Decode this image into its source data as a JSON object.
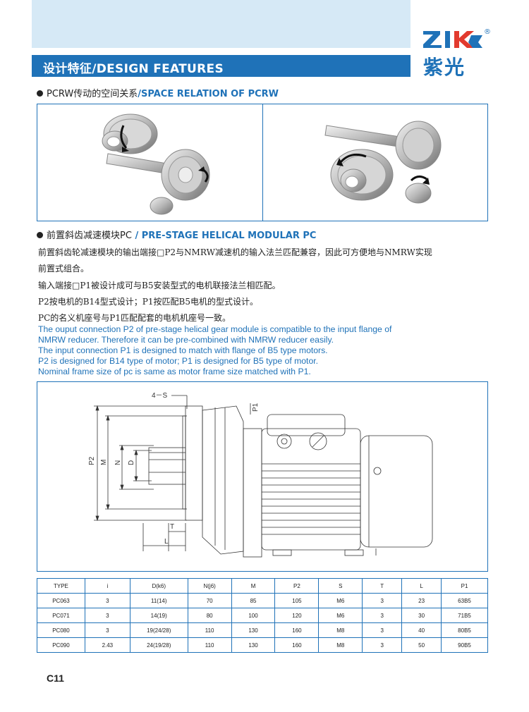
{
  "header": {
    "title": "设计特征/DESIGN FEATURES",
    "logo_text": "紫光",
    "logo_registered": "®",
    "brand_color": "#1f72b8"
  },
  "section1": {
    "title_cn": "PCRW传动的空间关系",
    "title_en": "/SPACE RELATION OF PCRW"
  },
  "section2": {
    "title_cn": "前置斜齿减速模块PC",
    "title_en": " / PRE-STAGE HELICAL MODULAR PC",
    "cn_lines": [
      "前置斜齿轮减速模块的输出端接□P2与NMRW减速机的输入法兰匹配兼容，因此可方便地与NMRW实现",
      "前置式组合。",
      "输入端接□P1被设计成可与B5安装型式的电机联接法兰相匹配。",
      "P2按电机的B14型式设计；P1按匹配B5电机的型式设计。",
      "PC的名义机座号与P1匹配配套的电机机座号一致。"
    ],
    "en_lines": [
      "The ouput connection P2 of pre-stage helical gear module is compatible to the  input flange of",
      "NMRW reducer. Therefore it can be pre-combined with NMRW reducer easily.",
      "The input connection P1 is designed to match with flange of B5 type motors.",
      "P2 is designed for B14 type of motor; P1 is designed for B5 type of motor.",
      "Nominal frame size of pc is same as motor frame size matched with P1."
    ]
  },
  "drawing": {
    "label_4s": "4－S",
    "label_p1": "P1",
    "label_p2": "P2",
    "label_m": "M",
    "label_n": "N",
    "label_d": "D",
    "label_t": "T",
    "label_l": "L"
  },
  "table": {
    "headers": [
      "TYPE",
      "i",
      "D(k6)",
      "N(j6)",
      "M",
      "P2",
      "S",
      "T",
      "L",
      "P1"
    ],
    "rows": [
      [
        "PC063",
        "3",
        "11(14)",
        "70",
        "85",
        "105",
        "M6",
        "3",
        "23",
        "63B5"
      ],
      [
        "PC071",
        "3",
        "14(19)",
        "80",
        "100",
        "120",
        "M6",
        "3",
        "30",
        "71B5"
      ],
      [
        "PC080",
        "3",
        "19(24/28)",
        "110",
        "130",
        "160",
        "M8",
        "3",
        "40",
        "80B5"
      ],
      [
        "PC090",
        "2.43",
        "24(19/28)",
        "110",
        "130",
        "160",
        "M8",
        "3",
        "50",
        "90B5"
      ]
    ]
  },
  "footer": {
    "page_number": "C11"
  }
}
